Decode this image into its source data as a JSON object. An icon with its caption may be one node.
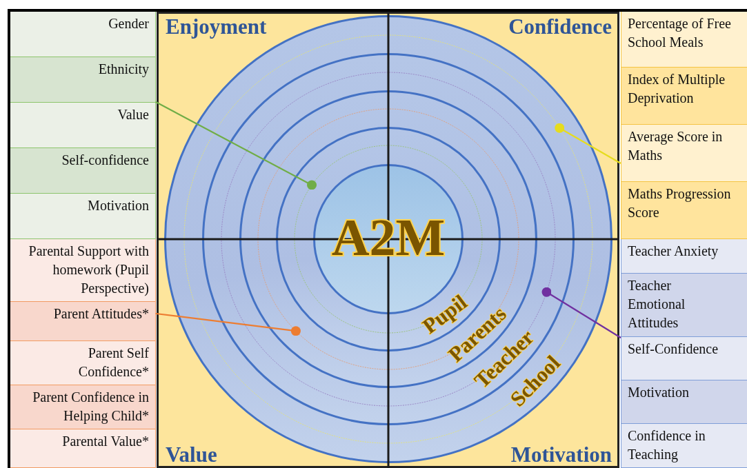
{
  "diagram": {
    "nodes": [
      {
        "text": [],
        "shape": "box"
      },
      {
        "text": [
          "Gender"
        ],
        "in": 0
      },
      {
        "text": [
          "Ethnicity"
        ],
        "in": 0
      },
      {
        "text": [
          "Value"
        ],
        "in": 0
      },
      {
        "text": [
          "Self-confidence"
        ],
        "in": 0
      },
      {
        "text": [
          "Motivation"
        ],
        "in": 0
      },
      {
        "text": [],
        "shape": "box"
      },
      {
        "text": [
          "Parental Support with homework (Pupil Perspective)"
        ],
        "in": 6
      },
      {
        "text": [
          "Parent Attitudes*"
        ],
        "in": 6
      },
      {
        "text": [
          "Parent Self Confidence*"
        ],
        "in": 6
      },
      {
        "text": [
          "Parent Confidence in Helping Child*"
        ],
        "in": 6
      },
      {
        "text": [
          "Parental Value*"
        ],
        "in": 6
      },
      {
        "text": [],
        "shape": "box"
      },
      {
        "text": [
          "Percentage of Free School Meals"
        ],
        "in": 12
      },
      {
        "text": [
          "Index of Multiple Deprivation"
        ],
        "in": 12
      },
      {
        "text": [
          "Average Score in Maths"
        ],
        "in": 12
      },
      {
        "text": [
          "Maths Progression Score"
        ],
        "in": 12
      },
      {
        "text": [],
        "shape": "box"
      },
      {
        "text": [
          "Teacher Anxiety"
        ],
        "in": 17
      },
      {
        "text": [
          "Teacher Emotional Attitudes"
        ],
        "in": 17
      },
      {
        "text": [
          "Self-Confidence"
        ],
        "in": 17
      },
      {
        "text": [
          "Motivation"
        ],
        "in": 17
      },
      {
        "text": [
          "Confidence in Teaching"
        ],
        "in": 17
      },
      {
        "text": [],
        "shape": "box"
      },
      {
        "text": [],
        "shape": "circle",
        "in": 23
      },
      {
        "text": [],
        "shape": "circle",
        "in": 24
      },
      {
        "text": [],
        "shape": "circle",
        "in": 25
      },
      {
        "text": [],
        "shape": "circle",
        "in": 26
      },
      {
        "text": [
          "A2M"
        ],
        "in": 27
      }
    ],
    "edges": [
      {
        "from": 0,
        "to": 27,
        "arrow": "other",
        "color": "#70ad47"
      },
      {
        "from": 6,
        "to": 26,
        "arrow": "other",
        "color": "#ed7d31"
      },
      {
        "from": 12,
        "to": 24,
        "arrow": "other",
        "color": "#e6dc1e"
      },
      {
        "from": 17,
        "to": 25,
        "arrow": "other",
        "color": "#7030a0"
      }
    ],
    "labels": [
      "Enjoyment",
      "Confidence",
      "Pupil",
      "Parents",
      "Teacher",
      "School",
      "Value",
      "Motivation"
    ]
  }
}
